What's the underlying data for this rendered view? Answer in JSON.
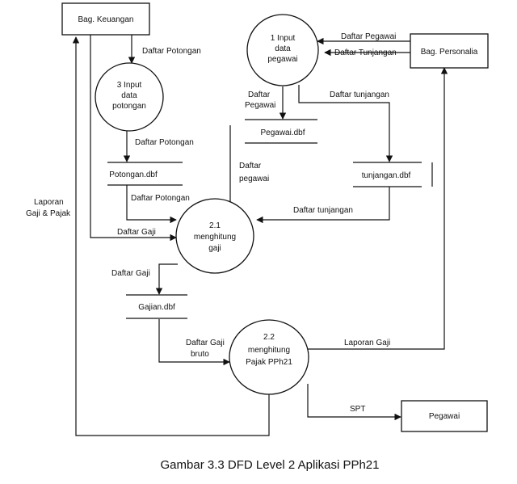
{
  "entities": {
    "keuangan": "Bag. Keuangan",
    "personalia": "Bag. Personalia",
    "pegawai": "Pegawai"
  },
  "processes": {
    "input_pegawai": [
      "1 Input",
      "data",
      "pegawai"
    ],
    "input_potongan": [
      "3 Input",
      "data",
      "potongan"
    ],
    "hitung_gaji": [
      "2.1",
      "menghitung",
      "gaji"
    ],
    "hitung_pajak": [
      "2.2",
      "menghitung",
      "Pajak PPh21"
    ]
  },
  "stores": {
    "pegawai": "Pegawai.dbf",
    "potongan": "Potongan.dbf",
    "tunjangan": "tunjangan.dbf",
    "gajian": "Gajian.dbf"
  },
  "flows": {
    "daftar_pegawai": "Daftar Pegawai",
    "daftar_tunjangan_in": "Daftar Tunjangan",
    "daftar_potongan_1": "Daftar Potongan",
    "daftar_pegawai_store": [
      "Daftar",
      "Pegawai"
    ],
    "daftar_tunjangan_store": "Daftar  tunjangan",
    "daftar_potongan_2": "Daftar Potongan",
    "daftar_pegawai_2": [
      "Daftar",
      "pegawai"
    ],
    "daftar_potongan_3": "Daftar Potongan",
    "daftar_tunjangan_2": "Daftar  tunjangan",
    "daftar_gaji_1": "Daftar Gaji",
    "laporan_gaji_pajak": [
      "Laporan",
      "Gaji & Pajak"
    ],
    "daftar_gaji_2": "Daftar  Gaji",
    "daftar_gaji_bruto": [
      "Daftar Gaji",
      "bruto"
    ],
    "laporan_gaji": "Laporan Gaji",
    "spt": "SPT"
  },
  "caption": "Gambar 3.3 DFD Level 2 Aplikasi PPh21"
}
